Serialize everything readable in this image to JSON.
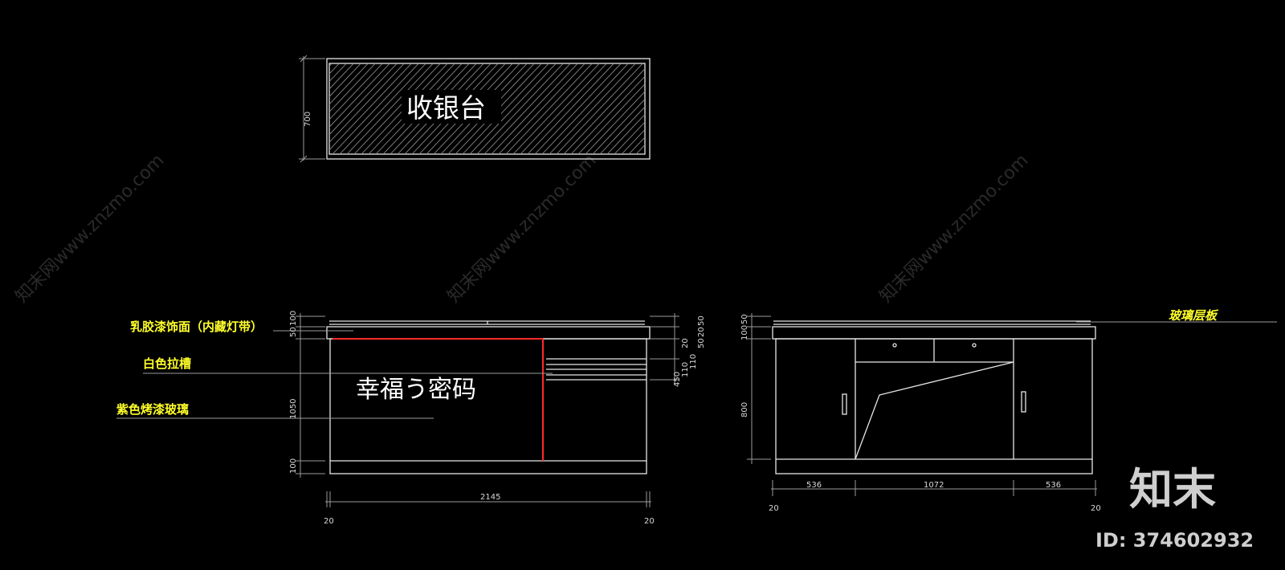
{
  "plan": {
    "title": "收银台",
    "width_dim": "700"
  },
  "front": {
    "annotations": [
      "乳胶漆饰面（内藏灯带）",
      "白色拉槽",
      "紫色烤漆玻璃"
    ],
    "overlay_text": "幸福う密码",
    "left_dims": [
      "100",
      "50",
      "1050",
      "100"
    ],
    "right_dims": [
      "50",
      "20",
      "50",
      "110",
      "20",
      "110",
      "450"
    ],
    "bottom_dims": [
      "2145",
      "20",
      "20"
    ]
  },
  "side": {
    "annotation": "玻璃层板",
    "left_dims": [
      "50",
      "100",
      "800"
    ],
    "bottom_dims": [
      "536",
      "1072",
      "536",
      "20",
      "20"
    ]
  },
  "watermark": {
    "text": "知末网www.znzmo.com"
  },
  "brand": {
    "logo": "知末",
    "id_text": "ID: 374602932"
  },
  "colors": {
    "background": "#000000",
    "lines": "#e6e6e6",
    "annotation": "#ffff2a",
    "accent": "#ff2a2a"
  }
}
